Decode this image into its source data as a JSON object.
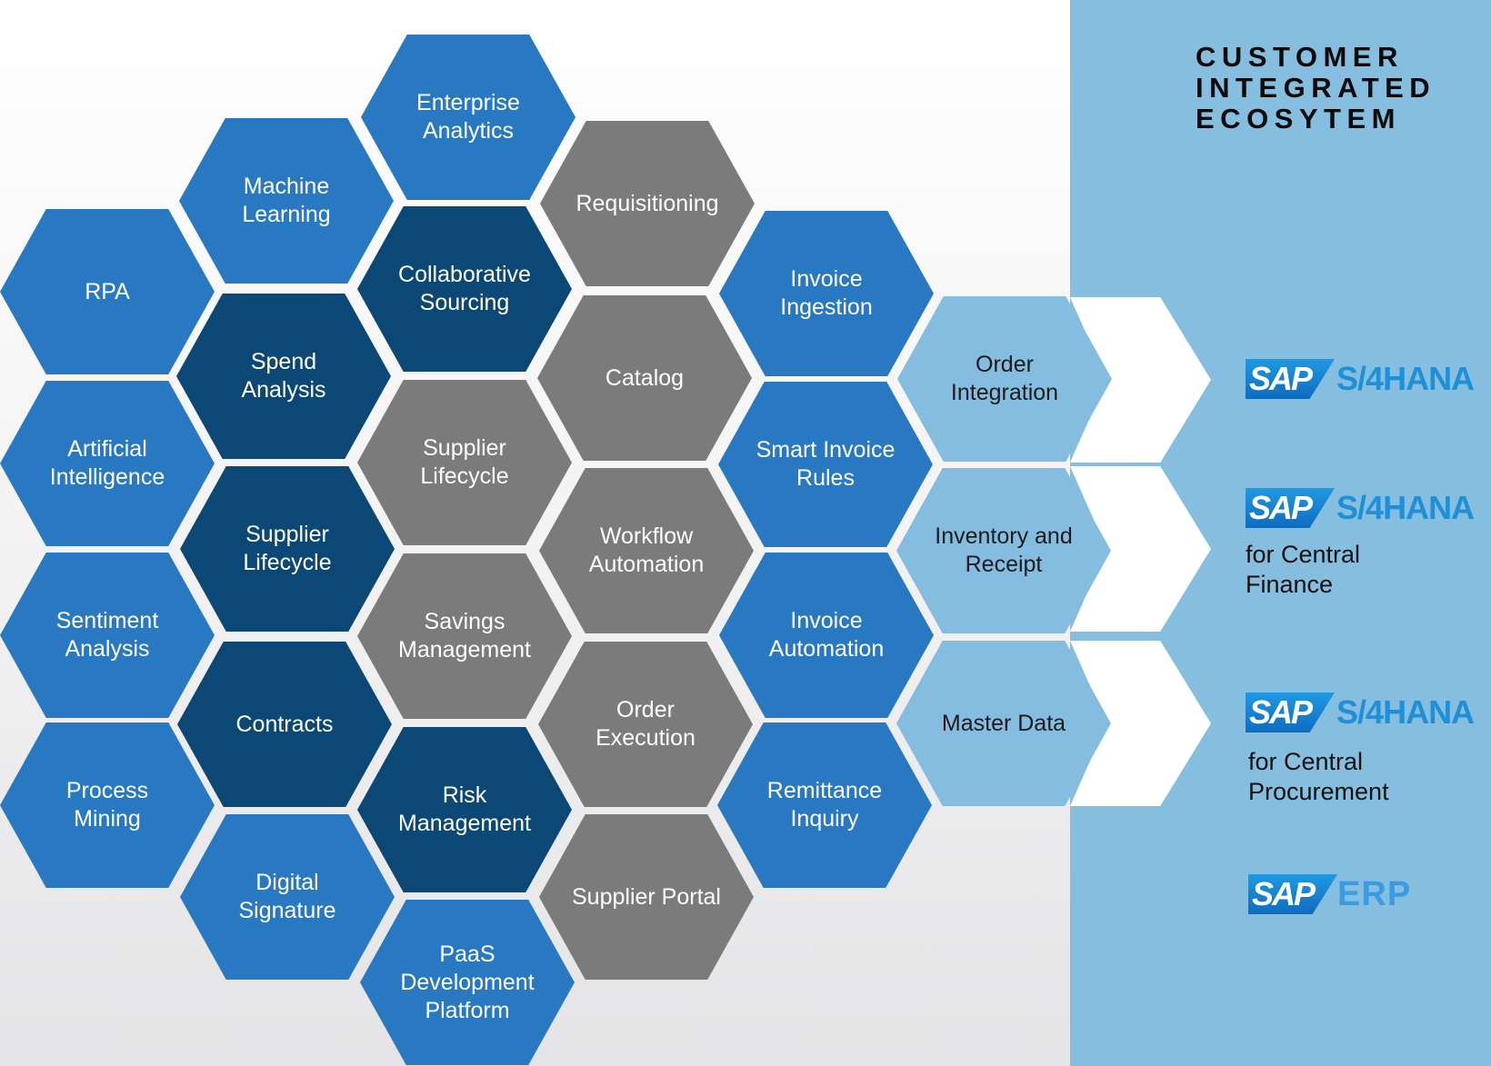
{
  "colors": {
    "blue": "#2979c2",
    "navy": "#0c4876",
    "gray": "#7b7b7b",
    "light_blue": "#84bde0",
    "panel": "#86bee0",
    "sap_blue": "#1f8fd8"
  },
  "hexagons": [
    {
      "id": "enterprise-analytics",
      "label": "Enterprise\nAnalytics",
      "color": "blue"
    },
    {
      "id": "machine-learning",
      "label": "Machine\nLearning",
      "color": "blue"
    },
    {
      "id": "requisitioning",
      "label": "Requisitioning",
      "color": "gray"
    },
    {
      "id": "rpa",
      "label": "RPA",
      "color": "blue"
    },
    {
      "id": "collaborative-sourcing",
      "label": "Collaborative\nSourcing",
      "color": "navy"
    },
    {
      "id": "invoice-ingestion",
      "label": "Invoice\nIngestion",
      "color": "blue"
    },
    {
      "id": "spend-analysis",
      "label": "Spend\nAnalysis",
      "color": "navy"
    },
    {
      "id": "catalog",
      "label": "Catalog",
      "color": "gray"
    },
    {
      "id": "order-integration",
      "label": "Order\nIntegration",
      "color": "light"
    },
    {
      "id": "artificial-intelligence",
      "label": "Artificial\nIntelligence",
      "color": "blue"
    },
    {
      "id": "supplier-lifecycle-gray",
      "label": "Supplier\nLifecycle",
      "color": "gray"
    },
    {
      "id": "smart-invoice-rules",
      "label": "Smart Invoice\nRules",
      "color": "blue"
    },
    {
      "id": "supplier-lifecycle-navy",
      "label": "Supplier\nLifecycle",
      "color": "navy"
    },
    {
      "id": "workflow-automation",
      "label": "Workflow\nAutomation",
      "color": "gray"
    },
    {
      "id": "inventory-and-receipt",
      "label": "Inventory and\nReceipt",
      "color": "light"
    },
    {
      "id": "sentiment-analysis",
      "label": "Sentiment\nAnalysis",
      "color": "blue"
    },
    {
      "id": "savings-management",
      "label": "Savings\nManagement",
      "color": "gray"
    },
    {
      "id": "invoice-automation",
      "label": "Invoice\nAutomation",
      "color": "blue"
    },
    {
      "id": "contracts",
      "label": "Contracts",
      "color": "navy"
    },
    {
      "id": "order-execution",
      "label": "Order\nExecution",
      "color": "gray"
    },
    {
      "id": "master-data",
      "label": "Master Data",
      "color": "light"
    },
    {
      "id": "process-mining",
      "label": "Process\nMining",
      "color": "blue"
    },
    {
      "id": "risk-management",
      "label": "Risk\nManagement",
      "color": "navy"
    },
    {
      "id": "remittance-inquiry",
      "label": "Remittance\nInquiry",
      "color": "blue"
    },
    {
      "id": "digital-signature",
      "label": "Digital\nSignature",
      "color": "blue"
    },
    {
      "id": "supplier-portal",
      "label": "Supplier Portal",
      "color": "gray"
    },
    {
      "id": "paas-development-platform",
      "label": "PaaS\nDevelopment\nPlatform",
      "color": "blue"
    }
  ],
  "ecosystem": {
    "title": "CUSTOMER\nINTEGRATED\nECOSYTEM",
    "systems": [
      {
        "brand": "SAP",
        "product": "S/4HANA",
        "caption": ""
      },
      {
        "brand": "SAP",
        "product": "S/4HANA",
        "caption": "for Central\nFinance"
      },
      {
        "brand": "SAP",
        "product": "S/4HANA",
        "caption": "for Central\nProcurement"
      },
      {
        "brand": "SAP",
        "product": "ERP",
        "caption": ""
      }
    ]
  }
}
